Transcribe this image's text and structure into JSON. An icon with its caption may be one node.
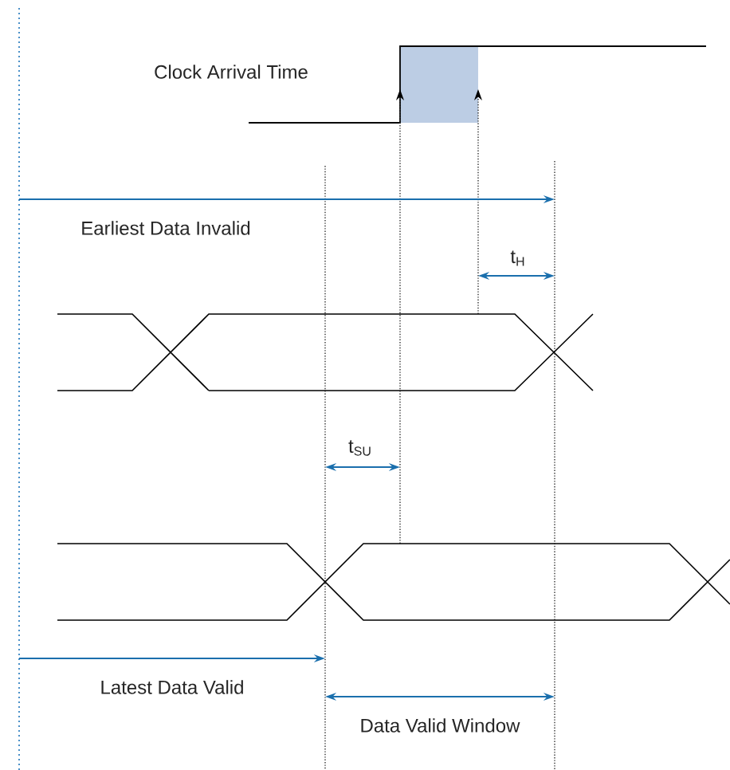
{
  "diagram": {
    "labels": [
      "Clock Arrival Time",
      "Earliest Data Invalid",
      "t$_{H}$",
      "t$_{SU}$",
      "Latest Data Valid",
      "Data Valid Window"
    ]
  }
}
